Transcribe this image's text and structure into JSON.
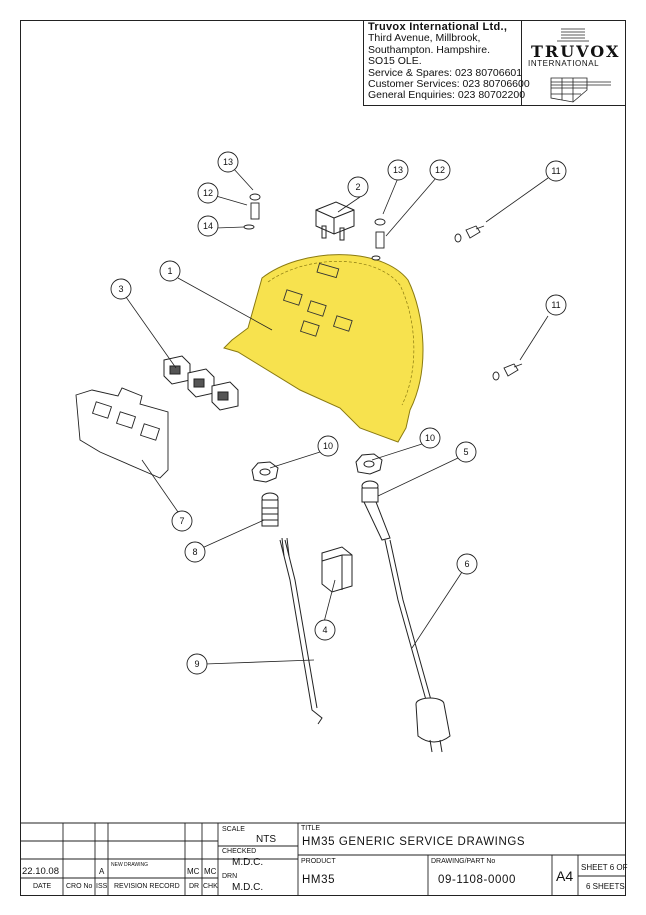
{
  "company": {
    "name": "Truvox International Ltd.,",
    "address": [
      "Third Avenue, Millbrook,",
      "Southampton. Hampshire.",
      "SO15 OLE."
    ],
    "contacts": [
      "Service & Spares: 023 80706601",
      "Customer Services: 023 80706600",
      "General Enquiries: 023 80702200"
    ],
    "logo_name": "TRUVOX",
    "logo_sub": "INTERNATIONAL"
  },
  "part_labels": [
    "1",
    "2",
    "3",
    "4",
    "5",
    "6",
    "7",
    "8",
    "9",
    "10",
    "10",
    "11",
    "11",
    "12",
    "12",
    "13",
    "13",
    "14"
  ],
  "title_block": {
    "scale_label": "SCALE",
    "scale_value": "NTS",
    "title_label": "TITLE",
    "title_value": "HM35 GENERIC SERVICE DRAWINGS",
    "checked_label": "CHECKED",
    "checked_value": "M.D.C.",
    "product_label": "PRODUCT",
    "product_value": "HM35",
    "drawing_label": "DRAWING/PART No",
    "drawing_value": "09-1108-0000",
    "drn_label": "DRN",
    "drn_value": "M.D.C.",
    "size": "A4",
    "sheet_line1": "SHEET 6 OF",
    "sheet_line2": "6 SHEETS",
    "revision": {
      "date": "22.10.08",
      "iss": "A",
      "record": "NEW DRAWING",
      "dr": "MC",
      "chk": "MC"
    },
    "headers": [
      "DATE",
      "CRO No",
      "ISS",
      "REVISION RECORD",
      "DR",
      "CHK"
    ]
  },
  "colors": {
    "housing": "#F7E24E",
    "housing_stroke": "#8a7a10",
    "line": "#222222"
  }
}
